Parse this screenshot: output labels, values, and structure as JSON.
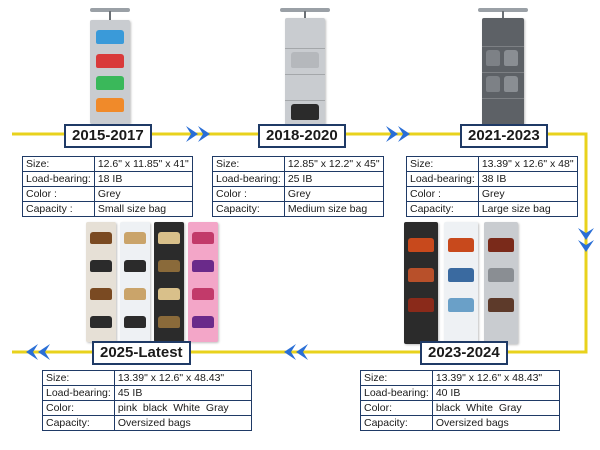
{
  "eras": [
    {
      "label": "2015-2017",
      "specs": [
        {
          "key": "Size:",
          "value": "12.6\" x 11.85\" x 41\""
        },
        {
          "key": "Load-bearing:",
          "value": "18 IB"
        },
        {
          "key": "Color :",
          "value": "Grey"
        },
        {
          "key": "Capacity :",
          "value": "Small size bag"
        }
      ]
    },
    {
      "label": "2018-2020",
      "specs": [
        {
          "key": "Size:",
          "value": "12.85\" x 12.2\" x 45\""
        },
        {
          "key": "Load-bearing:",
          "value": "25 IB"
        },
        {
          "key": "Color :",
          "value": "Grey"
        },
        {
          "key": "Capacity:",
          "value": "Medium size bag"
        }
      ]
    },
    {
      "label": "2021-2023",
      "specs": [
        {
          "key": "Size:",
          "value": "13.39\" x 12.6\" x 48\""
        },
        {
          "key": "Load-bearing:",
          "value": "38 IB"
        },
        {
          "key": "Color :",
          "value": "Grey"
        },
        {
          "key": "Capacity:",
          "value": "Large size bag"
        }
      ]
    },
    {
      "label": "2023-2024",
      "specs": [
        {
          "key": "Size:",
          "value": "13.39\" x 12.6\" x 48.43\""
        },
        {
          "key": "Load-bearing:",
          "value": "40 IB"
        },
        {
          "key": "Color:",
          "value": "black  White  Gray"
        },
        {
          "key": "Capacity:",
          "value": "Oversized bags"
        }
      ]
    },
    {
      "label": "2025-Latest",
      "specs": [
        {
          "key": "Size:",
          "value": "13.39\" x 12.6\" x 48.43\""
        },
        {
          "key": "Load-bearing:",
          "value": "45 IB"
        },
        {
          "key": "Color:",
          "value": "pink  black  White  Gray"
        },
        {
          "key": "Capacity:",
          "value": "Oversized bags"
        }
      ]
    }
  ],
  "colors": {
    "timeline": "#e8d21c",
    "arrow": "#2a6fd6",
    "border": "#1f3a66",
    "organizer_grey": "#c9ccd0",
    "organizer_dark": "#5d6166",
    "organizer_white": "#eef1f4",
    "organizer_black": "#2b2b2b",
    "organizer_pink": "#f3a6c8"
  }
}
